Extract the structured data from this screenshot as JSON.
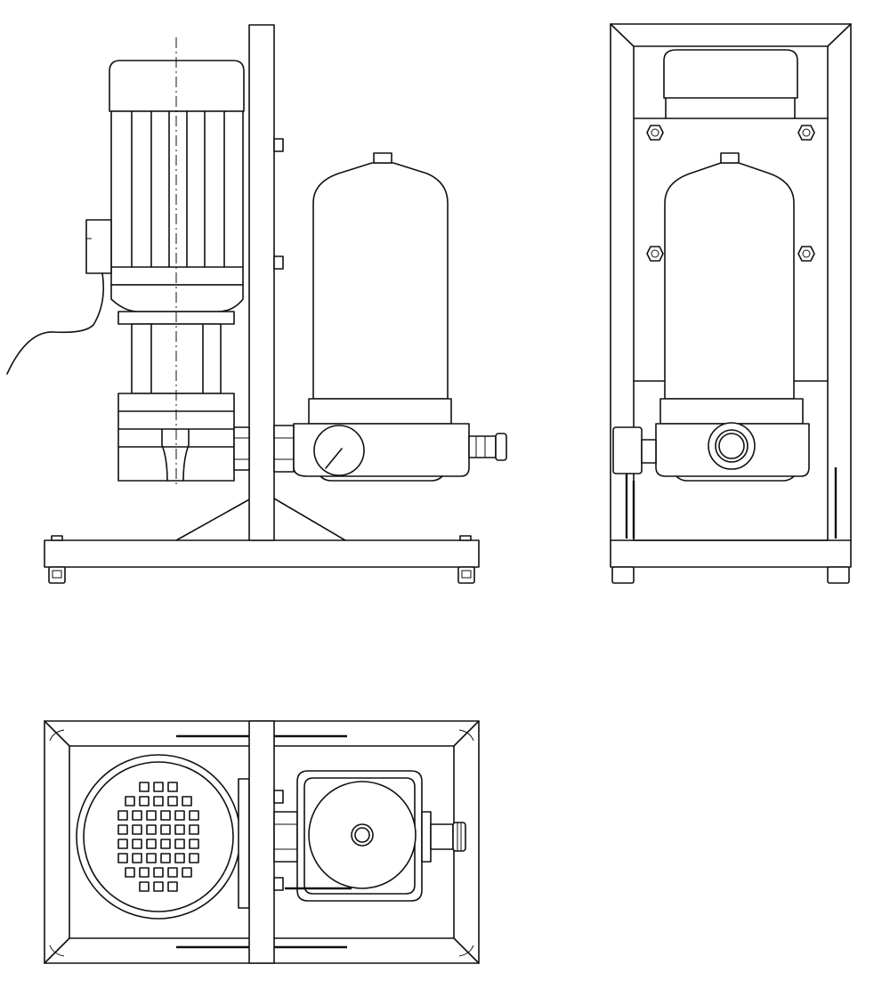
{
  "drawing": {
    "views": [
      {
        "id": "front-view"
      },
      {
        "id": "side-view"
      },
      {
        "id": "top-view"
      }
    ],
    "colors": {
      "line": "#111111",
      "background": "#ffffff"
    },
    "top_view_hole_rows": [
      3,
      5,
      6,
      6,
      6,
      6,
      5,
      3
    ]
  }
}
